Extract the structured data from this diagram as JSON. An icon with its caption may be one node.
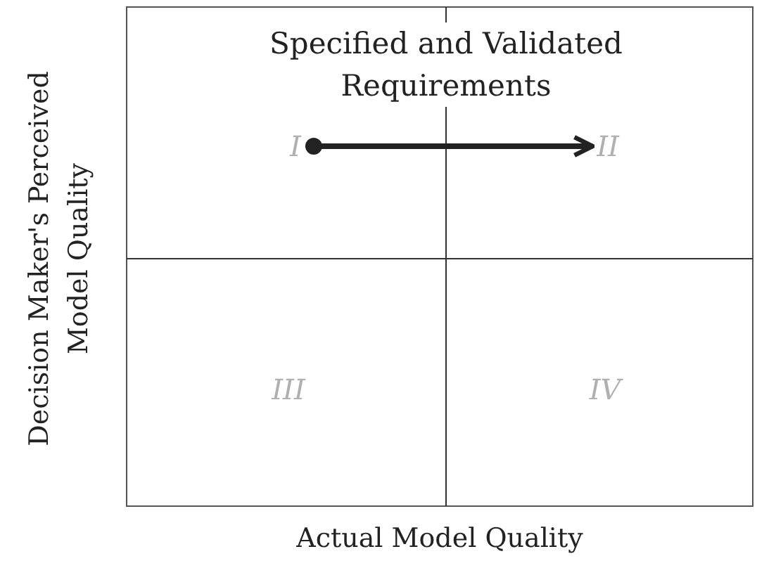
{
  "diagram": {
    "nodes": [
      {
        "text": [
          "I"
        ]
      },
      {
        "text": [
          "II"
        ]
      },
      {
        "text": [
          "III"
        ]
      },
      {
        "text": [
          "IV"
        ]
      }
    ],
    "edges": [
      {
        "from": 0,
        "to": 1,
        "arrow": "to",
        "label": "Specified and Validated Requirements"
      }
    ],
    "labels": [
      "Decision Maker's Perceived Model Quality",
      "Actual Model Quality"
    ]
  }
}
